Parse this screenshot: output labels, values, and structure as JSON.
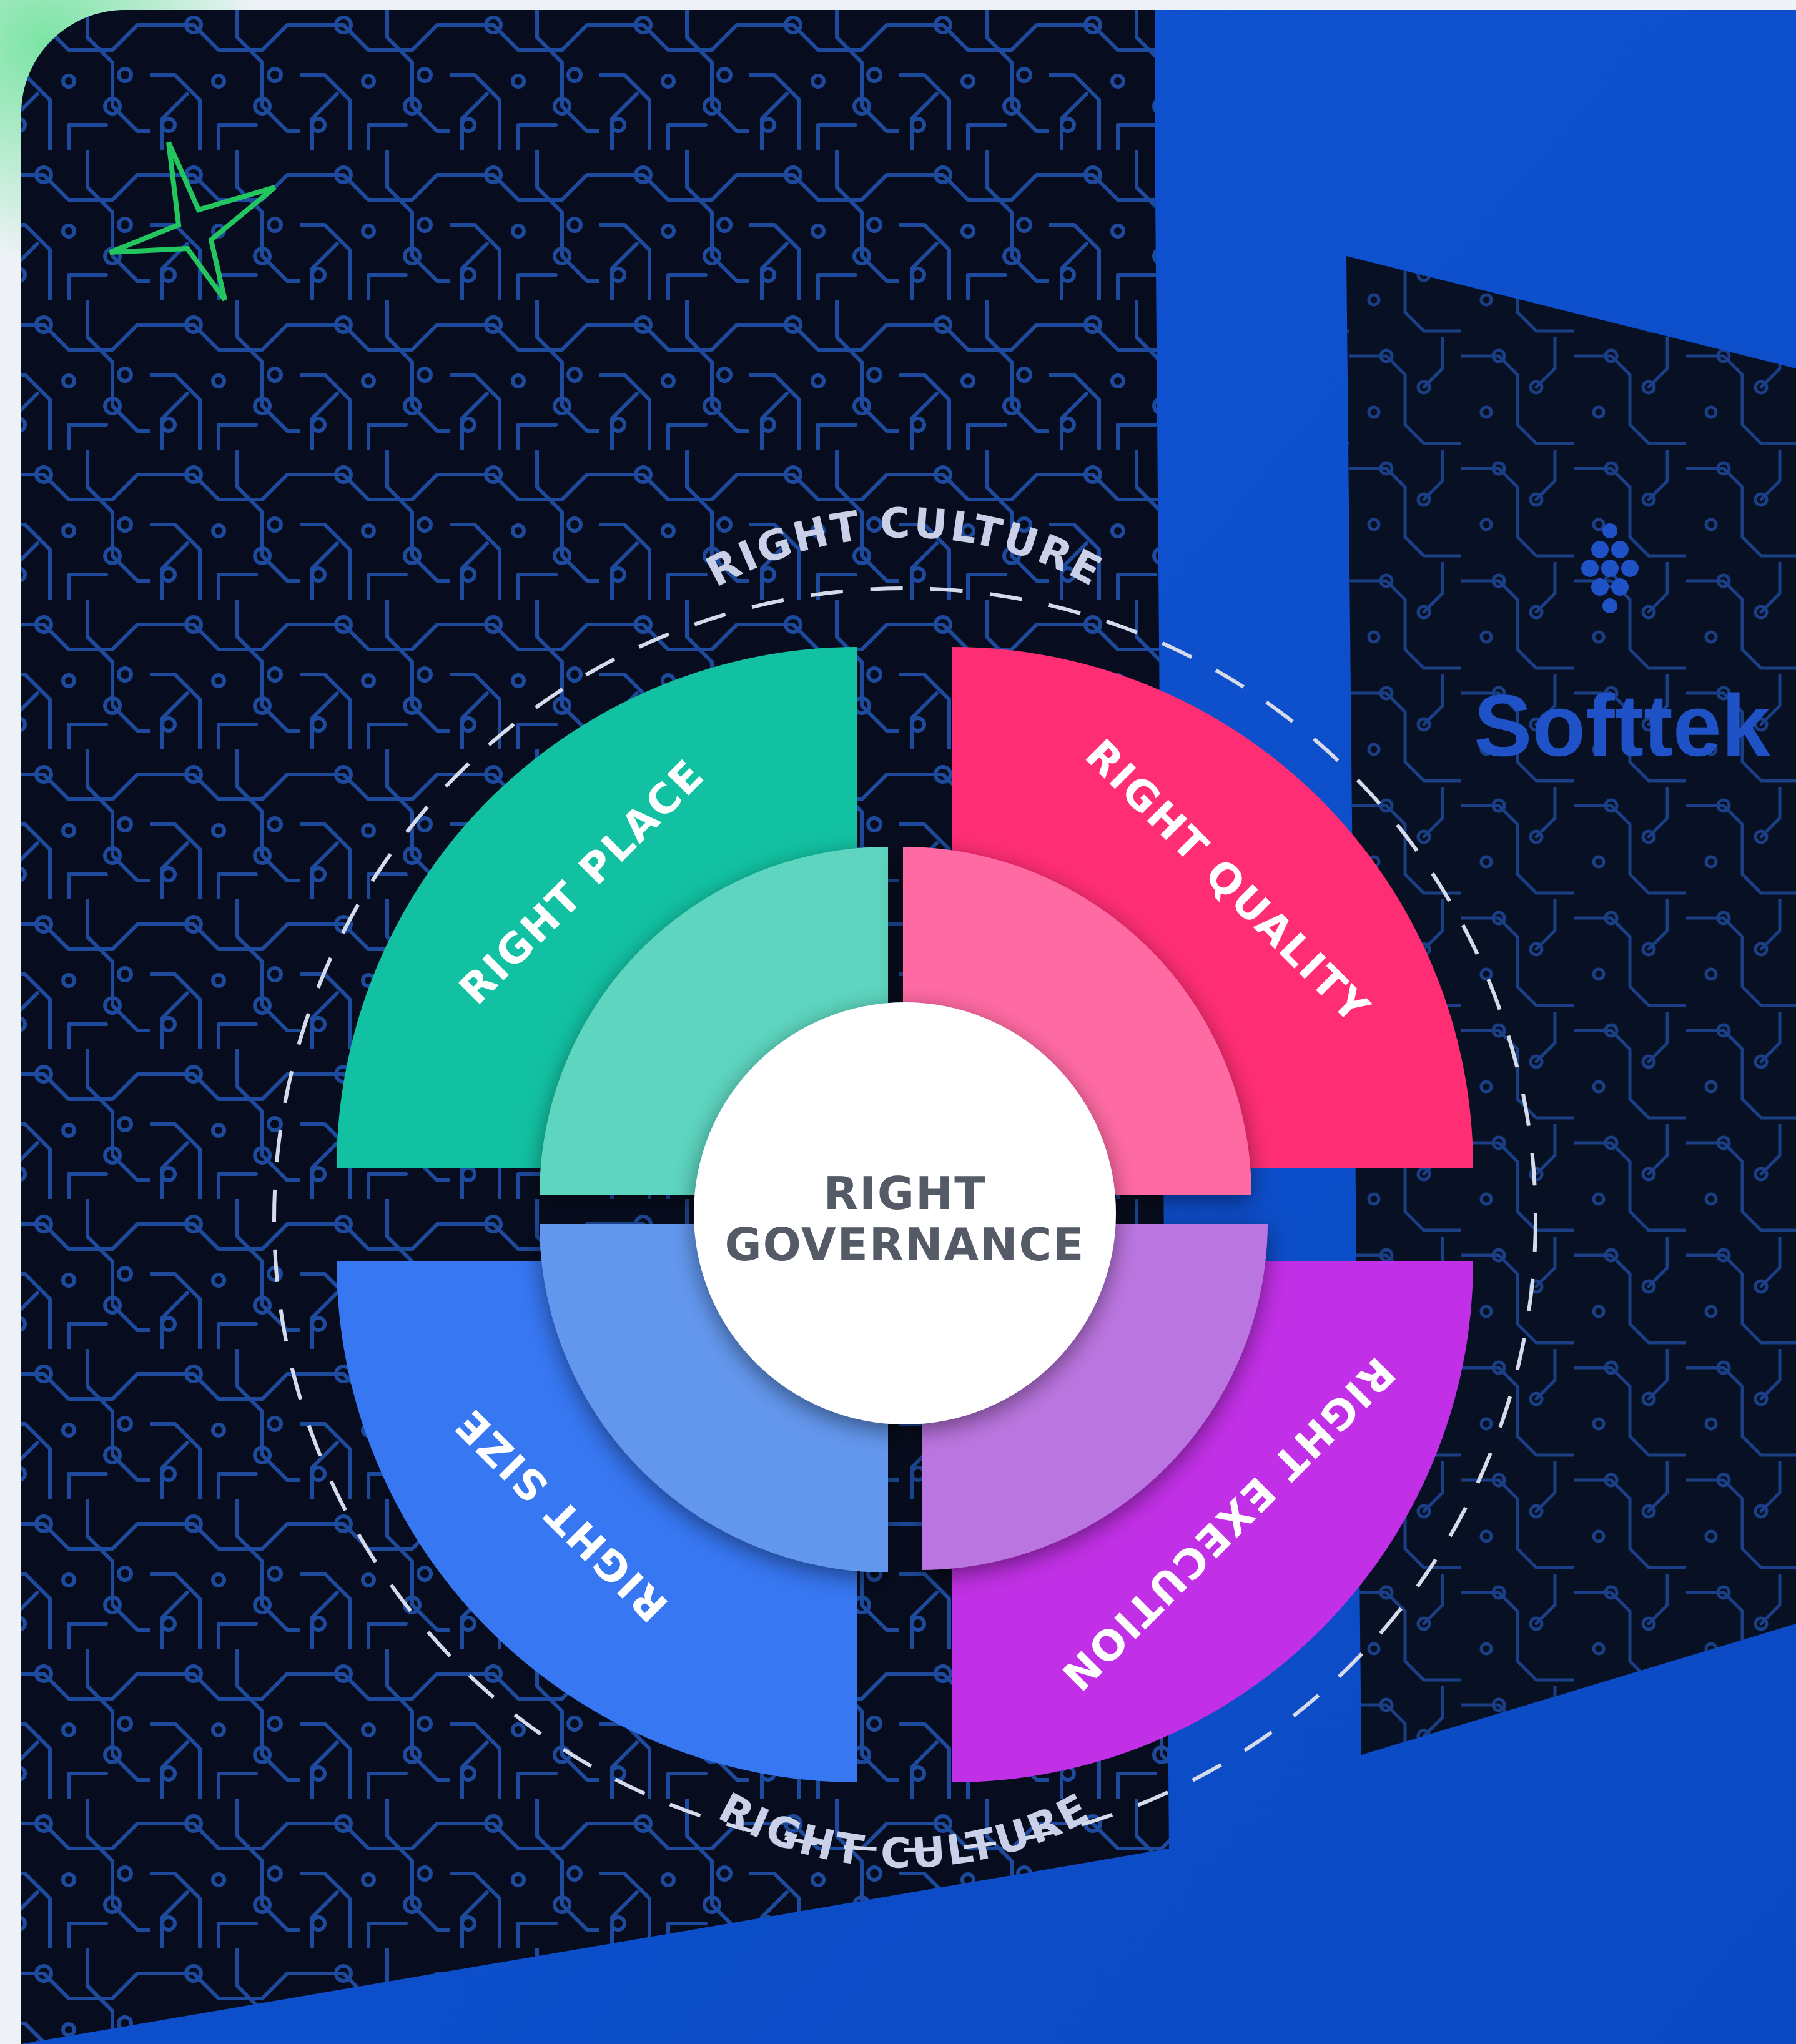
{
  "diagram": {
    "center": {
      "line1": "RIGHT",
      "line2": "GOVERNANCE"
    },
    "quadrants": [
      {
        "key": "place",
        "label": "RIGHT PLACE",
        "outer_color": "#12c1a2",
        "inner_color": "#5dd5bf"
      },
      {
        "key": "quality",
        "label": "RIGHT QUALITY",
        "outer_color": "#ff2e74",
        "inner_color": "#ff6aa3"
      },
      {
        "key": "size",
        "label": "RIGHT SIZE",
        "outer_color": "#3777f2",
        "inner_color": "#6397ee"
      },
      {
        "key": "execution",
        "label": "RIGHT EXECUTION",
        "outer_color": "#c130e6",
        "inner_color": "#bb74e0"
      }
    ],
    "ring": {
      "top_label": "RIGHT CULTURE",
      "bottom_label": "RIGHT CULTURE"
    }
  },
  "background": {
    "panel_brand": "Softtek",
    "colors": {
      "wall": "#0f54d2",
      "board": "#070d1f",
      "trace": "#1d4a9c",
      "star": "#22c55e"
    }
  }
}
